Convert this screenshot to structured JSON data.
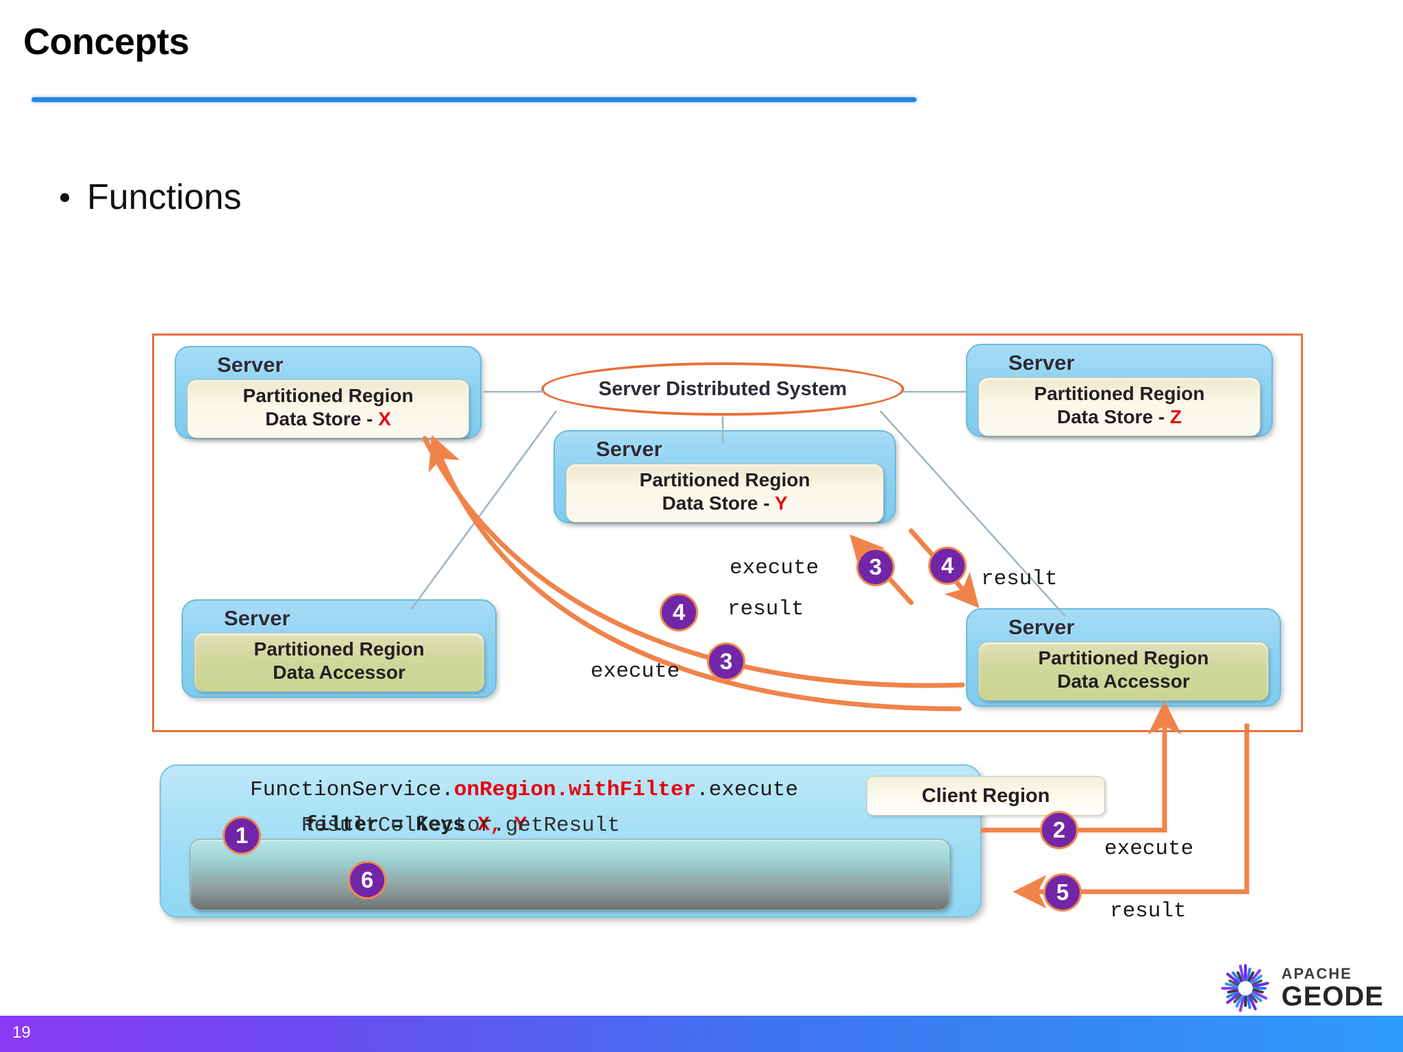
{
  "slide": {
    "title": "Concepts",
    "bullet": "Functions",
    "page_number": "19",
    "accent_blue": "#2684e8",
    "accent_orange": "#e8703a",
    "badge_purple": "#7126a8",
    "key_red": "#e8000d"
  },
  "diagram": {
    "distributed_system_label": "Server Distributed System",
    "servers": [
      {
        "title": "Server",
        "region_line1": "Partitioned Region",
        "region_line2": "Data Store - ",
        "region_key": "X",
        "kind": "store"
      },
      {
        "title": "Server",
        "region_line1": "Partitioned Region",
        "region_line2": "Data Store - ",
        "region_key": "Z",
        "kind": "store"
      },
      {
        "title": "Server",
        "region_line1": "Partitioned Region",
        "region_line2": "Data Store - ",
        "region_key": "Y",
        "kind": "store"
      },
      {
        "title": "Server",
        "region_line1": "Partitioned Region",
        "region_line2": "Data Accessor",
        "region_key": "",
        "kind": "accessor"
      },
      {
        "title": "Server",
        "region_line1": "Partitioned Region",
        "region_line2": "Data Accessor",
        "region_key": "",
        "kind": "accessor"
      }
    ],
    "flow_labels": [
      {
        "id": "execute-mid",
        "text": "execute"
      },
      {
        "id": "result-mid",
        "text": "result"
      },
      {
        "id": "result-left",
        "text": "result"
      },
      {
        "id": "execute-left",
        "text": "execute"
      },
      {
        "id": "execute-client",
        "text": "execute"
      },
      {
        "id": "result-client",
        "text": "result"
      }
    ],
    "badges": [
      {
        "id": "step-1",
        "number": "1"
      },
      {
        "id": "step-2",
        "number": "2"
      },
      {
        "id": "step-3-left",
        "number": "3"
      },
      {
        "id": "step-3-right",
        "number": "3"
      },
      {
        "id": "step-4-left",
        "number": "4"
      },
      {
        "id": "step-4-right",
        "number": "4"
      },
      {
        "id": "step-5",
        "number": "5"
      },
      {
        "id": "step-6",
        "number": "6"
      }
    ]
  },
  "client": {
    "client_region_label": "Client Region",
    "filter_prefix": "filter = Keys ",
    "filter_keys": "X, Y",
    "code_line1_a": "FunctionService.",
    "code_line1_red": "onRegion.withFilter",
    "code_line1_b": ".execute",
    "code_line2": "ResultCollector.getResult"
  },
  "footer": {
    "logo_apache": "APACHE",
    "logo_geode": "GEODE"
  }
}
